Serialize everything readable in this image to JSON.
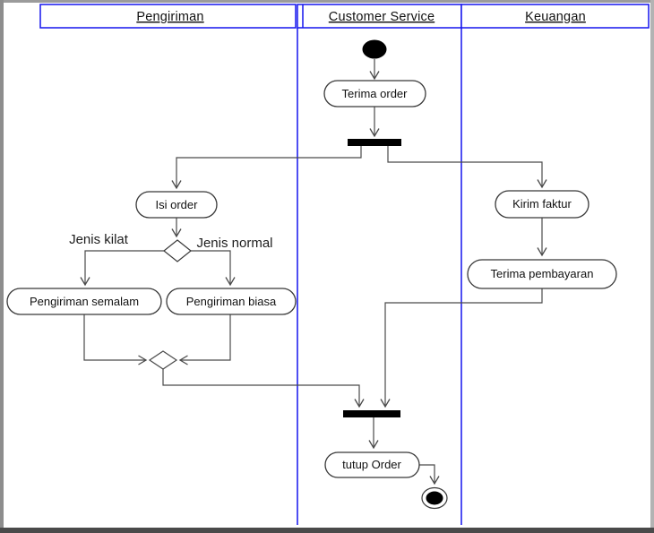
{
  "diagram_type": "uml-activity-diagram-with-swimlanes",
  "lanes": [
    {
      "label": "Pengiriman"
    },
    {
      "label": "Customer Service"
    },
    {
      "label": "Keuangan"
    }
  ],
  "activities": {
    "terima_order": "Terima order",
    "isi_order": "Isi order",
    "pengiriman_semalam": "Pengiriman semalam",
    "pengiriman_biasa": "Pengiriman biasa",
    "kirim_faktur": "Kirim faktur",
    "terima_pembayaran": "Terima pembayaran",
    "tutup_order": "tutup Order"
  },
  "guards": {
    "kilat": "Jenis kilat",
    "normal": "Jenis normal"
  },
  "colors": {
    "lane_border": "#1414ee",
    "flow_line": "#4a4a4a",
    "node_border": "#383838",
    "bar_fill": "#000000",
    "text": "#111111",
    "frame_gray": "#8d8d8d",
    "frame_dark": "#4a4a4a"
  }
}
